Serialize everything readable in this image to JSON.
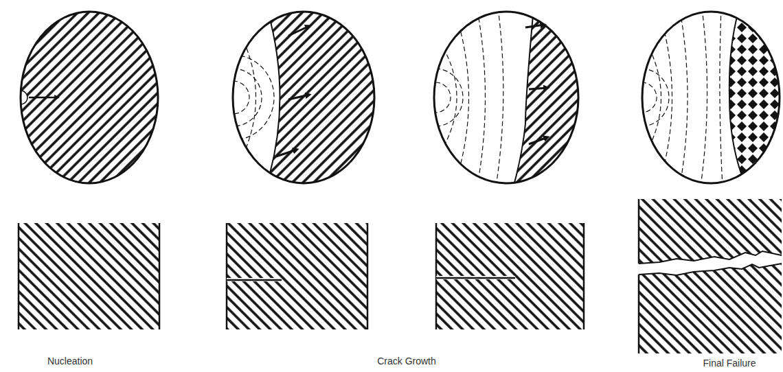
{
  "diagram": {
    "labels": [
      "Nucleation",
      "Crack Growth",
      "Final Failure"
    ]
  }
}
